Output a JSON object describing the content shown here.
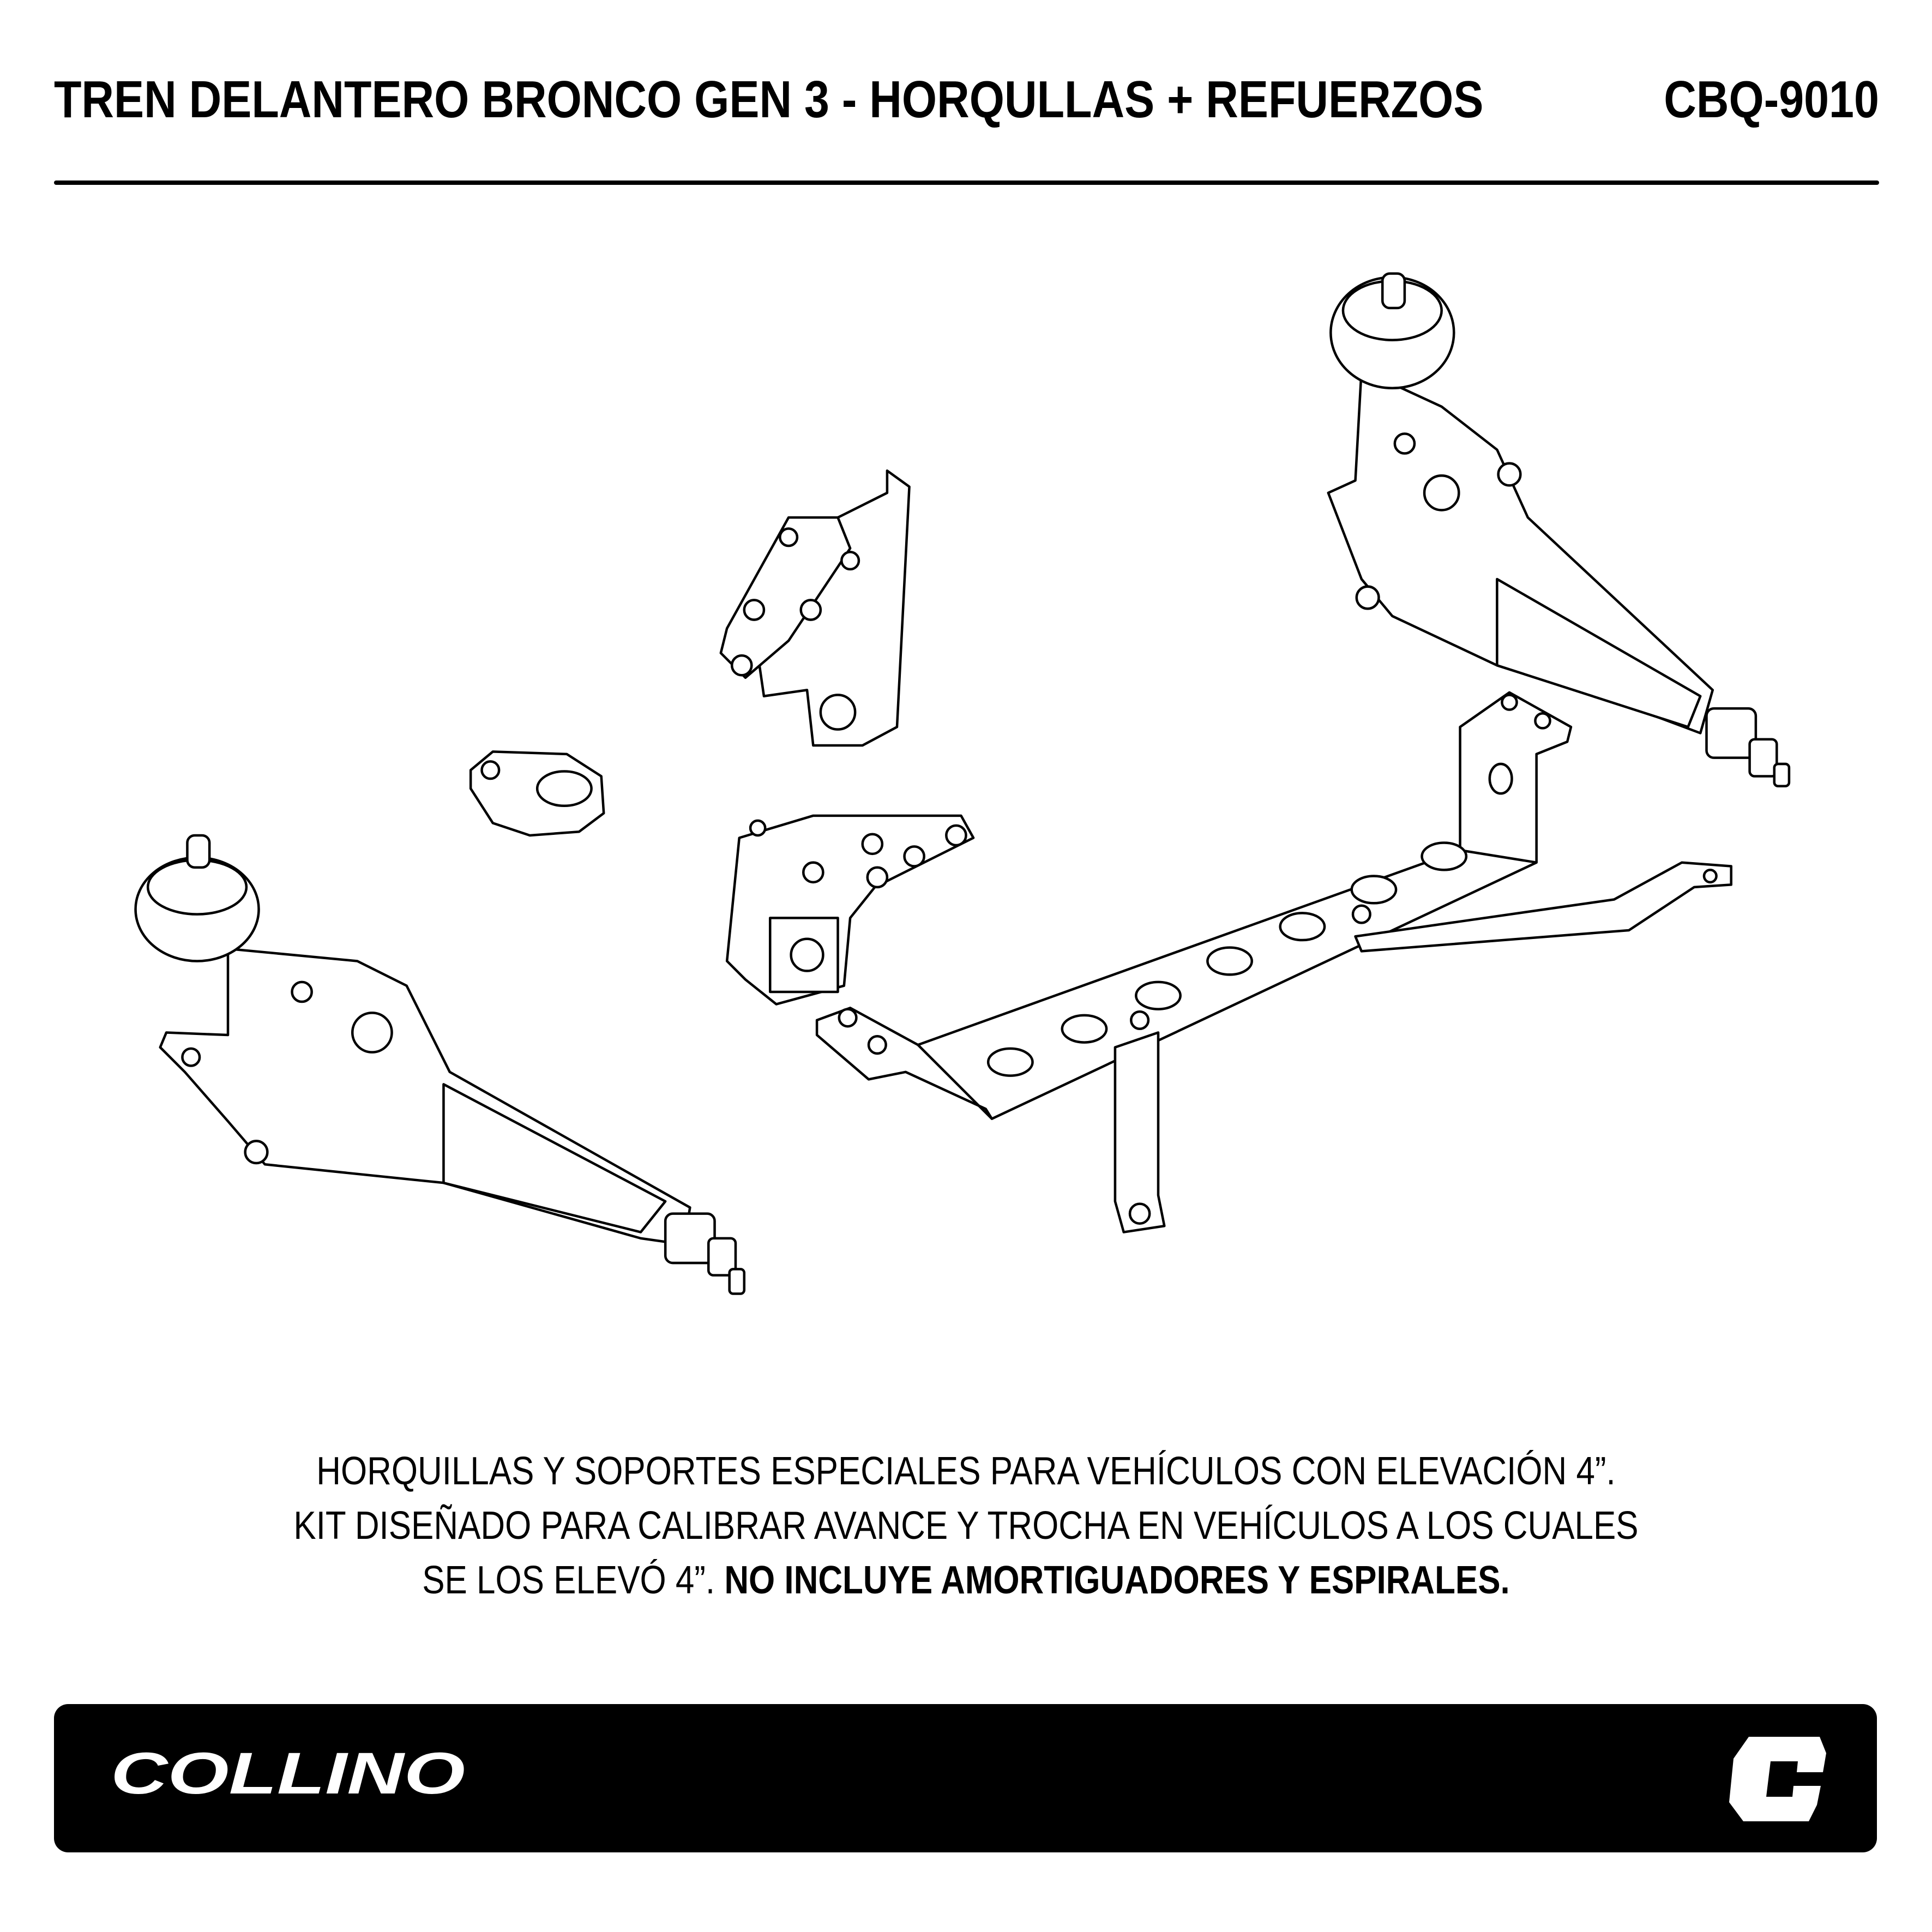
{
  "header": {
    "title": "TREN DELANTERO BRONCO GEN 3 - HORQULLAS + REFUERZOS",
    "code": "CBQ-9010"
  },
  "description": {
    "line1": "HORQUILLAS Y SOPORTES ESPECIALES PARA VEHÍCULOS CON ELEVACIÓN 4”.",
    "line2": "KIT DISEÑADO PARA CALIBRAR AVANCE Y TROCHA EN VEHÍCULOS A LOS CUALES",
    "line3_normal": "SE LOS ELEVÓ 4”. ",
    "line3_bold": "NO INCLUYE AMORTIGUADORES Y ESPIRALES."
  },
  "footer": {
    "brand": "COLLINO",
    "mark": "C"
  },
  "colors": {
    "ink": "#000000",
    "paper": "#ffffff"
  }
}
